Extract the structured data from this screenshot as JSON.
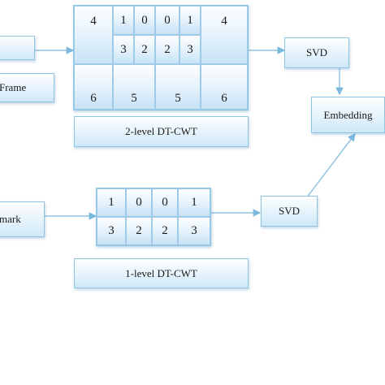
{
  "frame_label": "Frame",
  "watermark_label": "mark",
  "top_grid": {
    "corner_top_left": "4",
    "corner_top_right": "4",
    "inner_row1": [
      "1",
      "0",
      "0",
      "1"
    ],
    "inner_row2": [
      "3",
      "2",
      "2",
      "3"
    ],
    "bottom_row": [
      "6",
      "5",
      "5",
      "6"
    ]
  },
  "bottom_grid": {
    "row1": [
      "1",
      "0",
      "0",
      "1"
    ],
    "row2": [
      "3",
      "2",
      "2",
      "3"
    ]
  },
  "dtcwt2_label": "2-level DT-CWT",
  "dtcwt1_label": "1-level DT-CWT",
  "svd_top_label": "SVD",
  "svd_bottom_label": "SVD",
  "embedding_label": "Embedding",
  "colors": {
    "box_border": "#8ec4e4",
    "arrow": "#7ab8de"
  }
}
